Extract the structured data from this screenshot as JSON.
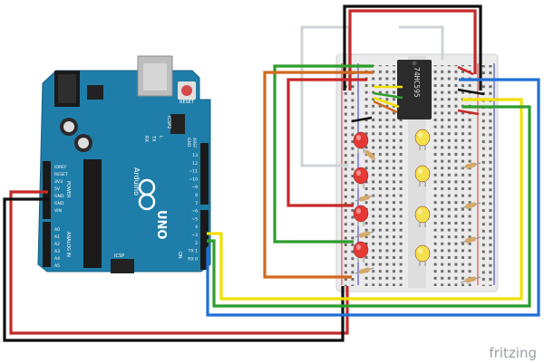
{
  "board": {
    "model": "UNO",
    "brand": "Arduino",
    "icsp_top": "ICSP2",
    "icsp_bottom": "ICSP",
    "tx": "TX",
    "rx": "RX",
    "l": "L",
    "on": "ON",
    "reset_button": "RESET",
    "aref": "AREF",
    "gnd": "GND",
    "digital_pins": [
      "13",
      "12",
      "~11",
      "~10",
      "~9",
      "8",
      "7",
      "~6",
      "~5",
      "4",
      "~3",
      "2",
      "TX 1",
      "RX 0"
    ],
    "power_pins": [
      "IOREF",
      "RESET",
      "3V3",
      "5V",
      "GND",
      "GND",
      "VIN"
    ],
    "power_label": "POWER",
    "analog_pins": [
      "A0",
      "A1",
      "A2",
      "A3",
      "A4",
      "A5"
    ],
    "analog_label": "ANALOG IN"
  },
  "chip": {
    "label": "74HC595"
  },
  "leds": {
    "red_color": "#e53935",
    "yellow_color": "#f4e04d"
  },
  "wire_colors": {
    "red": "#c62828",
    "black": "#111111",
    "green": "#2e9e2e",
    "orange": "#d2691e",
    "yellow": "#f1e000",
    "blue": "#1f6fd6",
    "gray": "#cfd4d8"
  },
  "watermark": "fritzing"
}
